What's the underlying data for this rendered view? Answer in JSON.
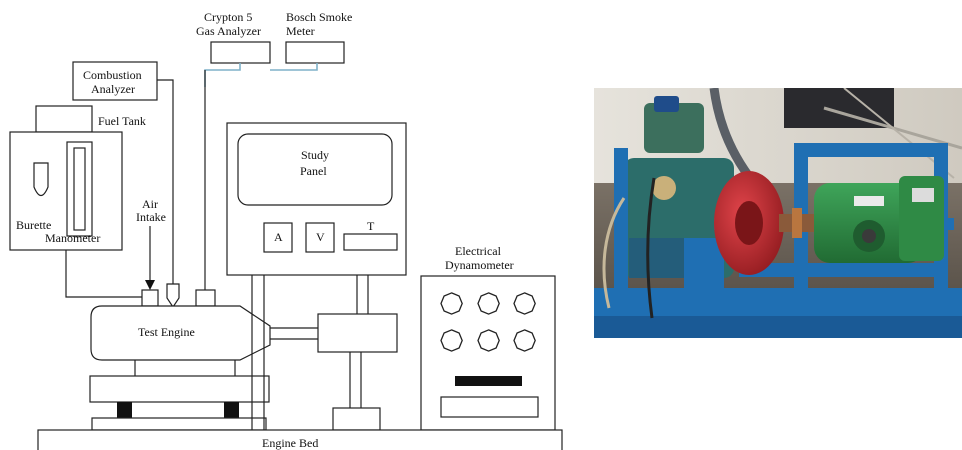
{
  "diagram": {
    "labels": {
      "crypton_line1": "Crypton 5",
      "crypton_line2": "Gas Analyzer",
      "bosch_line1": "Bosch Smoke",
      "bosch_line2": "Meter",
      "combustion_line1": "Combustion",
      "combustion_line2": "Analyzer",
      "fuel_tank": "Fuel Tank",
      "burette": "Burette",
      "manometer": "Manometer",
      "air_line1": "Air",
      "air_line2": "Intake",
      "study_line1": "Study",
      "study_line2": "Panel",
      "meter_a": "A",
      "meter_v": "V",
      "meter_t": "T",
      "dyno_line1": "Electrical",
      "dyno_line2": "Dynamometer",
      "test_engine": "Test Engine",
      "engine_bed": "Engine Bed"
    },
    "colors": {
      "line": "#222222",
      "gas_pipe": "#7fb1c8",
      "block_fill": "#111111"
    }
  },
  "photo": {
    "colors": {
      "frame_blue": "#1f6fb3",
      "flywheel_red": "#c0262b",
      "motor_green": "#2f8a45",
      "floor": "#6b6358",
      "wall": "#d9d6cf"
    }
  }
}
